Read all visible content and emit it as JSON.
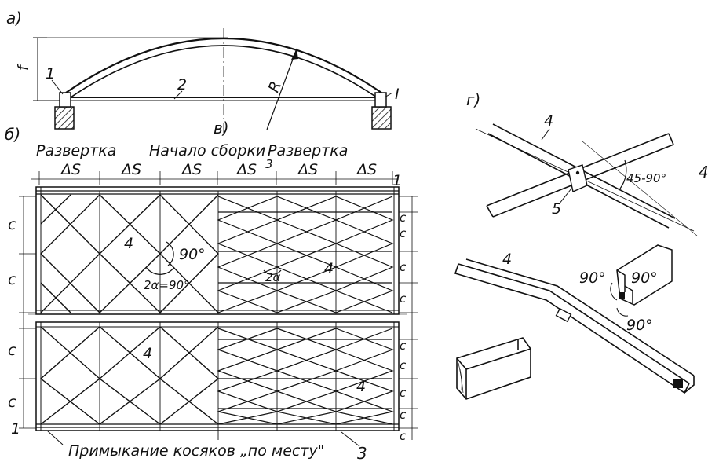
{
  "panels": {
    "a": "а)",
    "b": "б)",
    "v": "в)",
    "g": "г)"
  },
  "arch": {
    "rise": "f",
    "radius": "R",
    "support_mark": "1",
    "tie_mark": "2",
    "section_mark": "I"
  },
  "layout": {
    "title_left": "Развертка",
    "title_middle": "Начало сборки",
    "title_right": "Развертка",
    "delta_s": [
      "ΔS",
      "ΔS",
      "ΔS",
      "ΔS",
      "ΔS",
      "ΔS"
    ],
    "c_left": [
      "c",
      "c",
      "c",
      "c"
    ],
    "c_right": [
      "c",
      "c",
      "c",
      "c",
      "c",
      "c",
      "c",
      "c",
      "c"
    ],
    "mark_1_top": "1",
    "mark_1_bottom": "1",
    "mark_3_top": "3",
    "mark_3_bottom": "3",
    "mark_4": [
      "4",
      "4",
      "4",
      "4"
    ],
    "angle_90": "90°",
    "angle_2a_90": "2α=90°",
    "angle_2a": "2α",
    "bottom_caption": "Примыкание косяков „по месту\""
  },
  "detail": {
    "mark_4_top": "4",
    "mark_4_right": "4",
    "mark_5": "5",
    "angle_range": "45-90°",
    "mark_4_beam": "4",
    "angle_90_a": "90°",
    "angle_90_b": "90°",
    "angle_90_c": "90°"
  }
}
